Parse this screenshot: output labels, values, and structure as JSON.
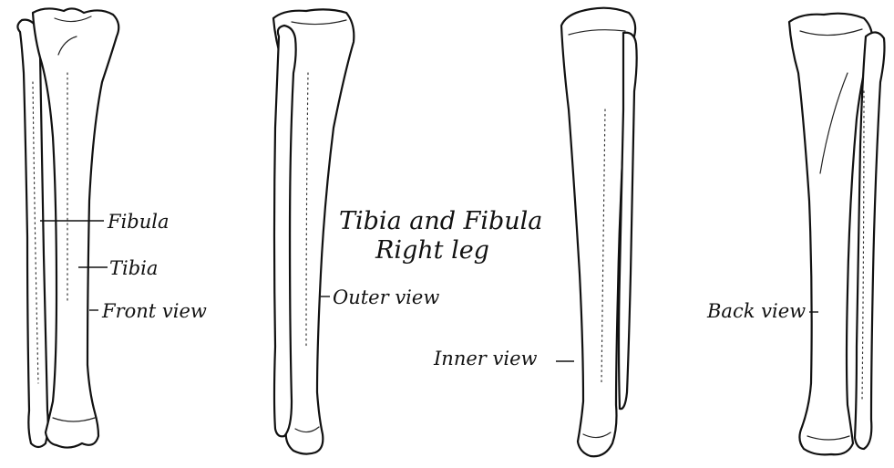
{
  "title": {
    "line1": "Tibia and Fibula",
    "line2": "Right leg"
  },
  "labels": {
    "fibula": "Fibula",
    "tibia": "Tibia",
    "front_view": "Front view",
    "outer_view": "Outer view",
    "inner_view": "Inner view",
    "back_view": "Back view"
  }
}
